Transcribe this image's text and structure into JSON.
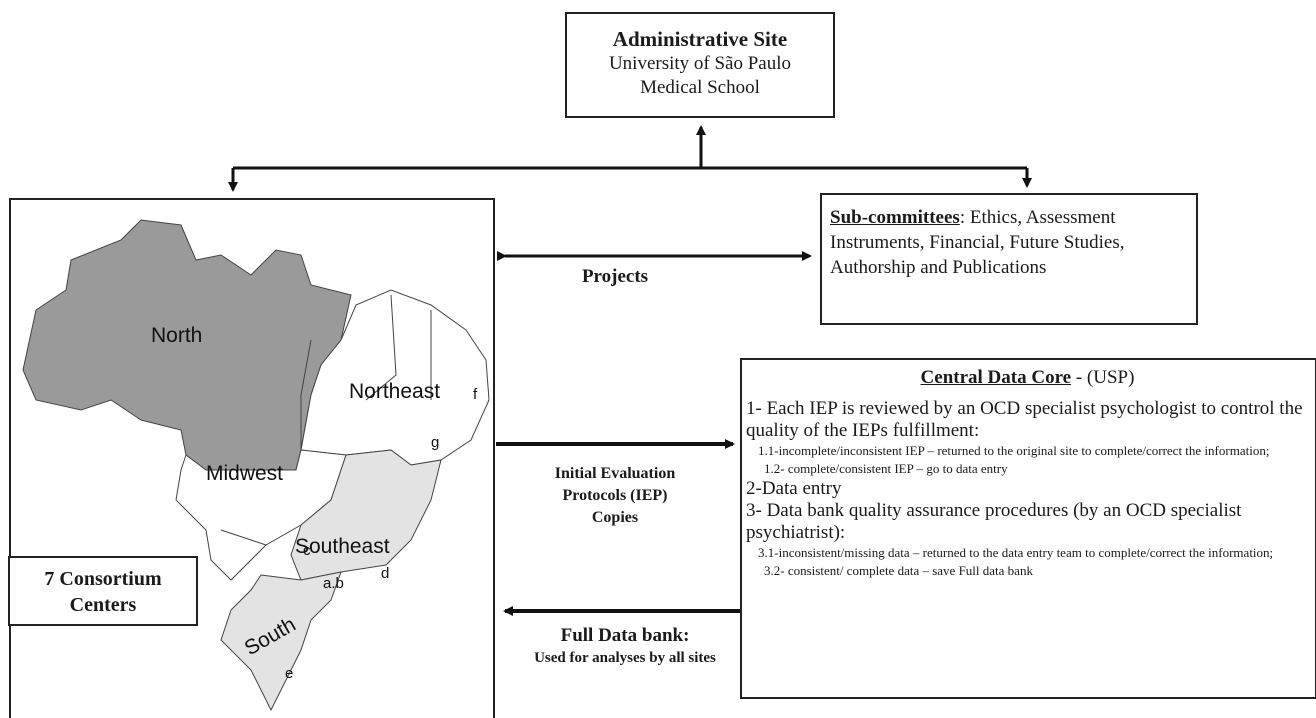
{
  "admin": {
    "title": "Administrative Site",
    "line1": "University of São Paulo",
    "line2": "Medical School"
  },
  "subcommittees": {
    "title": "Sub-committees",
    "text": ": Ethics, Assessment Instruments, Financial, Future Studies, Authorship and Publications"
  },
  "projects_label": "Projects",
  "iep_label": {
    "line1": "Initial Evaluation",
    "line2": "Protocols (IEP)",
    "line3": "Copies"
  },
  "full_bank": {
    "line1": "Full Data bank:",
    "line2": "Used for analyses by all sites"
  },
  "central": {
    "title": "Central Data Core",
    "title_suffix": " - (USP)",
    "item1": "1- Each IEP is reviewed by an OCD specialist psychologist to control the quality of the IEPs fulfillment:",
    "item1_1": "1.1-incomplete/inconsistent IEP – returned to the original site to complete/correct the information;",
    "item1_2": "1.2- complete/consistent IEP – go to data entry",
    "item2": "2-Data entry",
    "item3": "3- Data bank quality assurance procedures (by an OCD specialist psychiatrist):",
    "item3_1": "3.1-inconsistent/missing data – returned to the data entry team to complete/correct the information;",
    "item3_2": "3.2- consistent/ complete data – save Full data bank"
  },
  "consortium": {
    "line1": "7 Consortium",
    "line2": "Centers"
  },
  "map": {
    "regions": [
      "North",
      "Northeast",
      "Midwest",
      "Southeast",
      "South"
    ],
    "sites": [
      "f",
      "g",
      "c",
      "a.b",
      "d",
      "e"
    ],
    "colors": {
      "north": "#9a9a9a",
      "southeast_south": "#e3e3e3",
      "other": "#ffffff",
      "border": "#444444"
    }
  }
}
